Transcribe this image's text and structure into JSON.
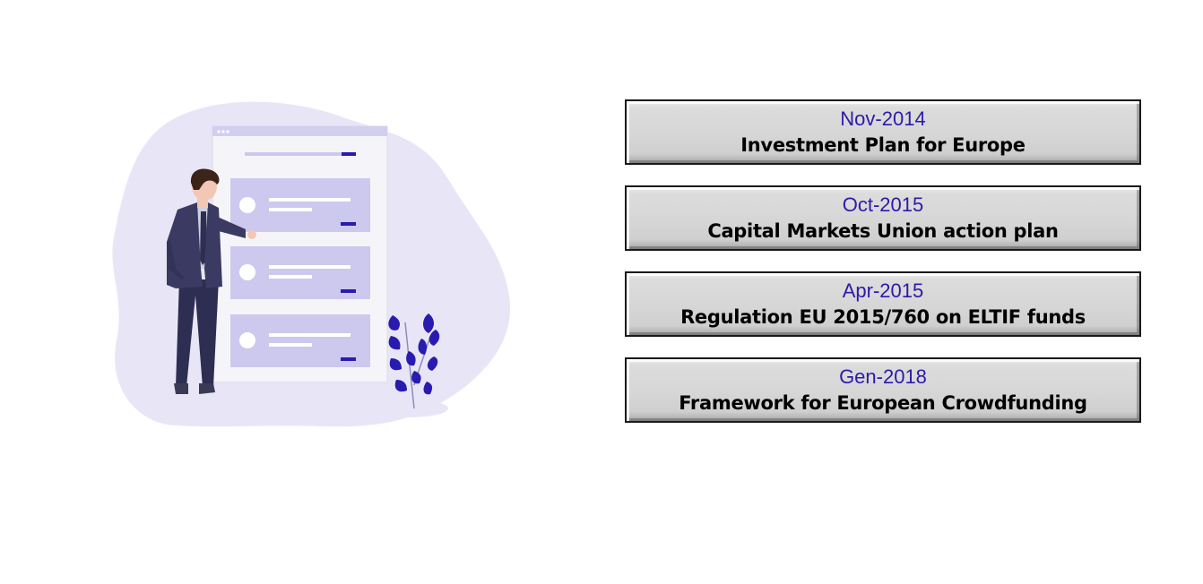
{
  "colors": {
    "date_text": "#2d1aa8",
    "title_text": "#000000",
    "box_fill": "#d6d6d6",
    "box_border": "#1a1a1a",
    "blob": "#e8e6f6",
    "card": "#cdc8ee",
    "accent": "#2a1bb0",
    "suit": "#3a3a62"
  },
  "timeline": [
    {
      "date": "Nov-2014",
      "title": "Investment Plan for Europe"
    },
    {
      "date": "Oct-2015",
      "title": "Capital Markets Union action plan"
    },
    {
      "date": "Apr-2015",
      "title": "Regulation EU 2015/760 on ELTIF funds"
    },
    {
      "date": "Gen-2018",
      "title": "Framework for European Crowdfunding"
    }
  ]
}
